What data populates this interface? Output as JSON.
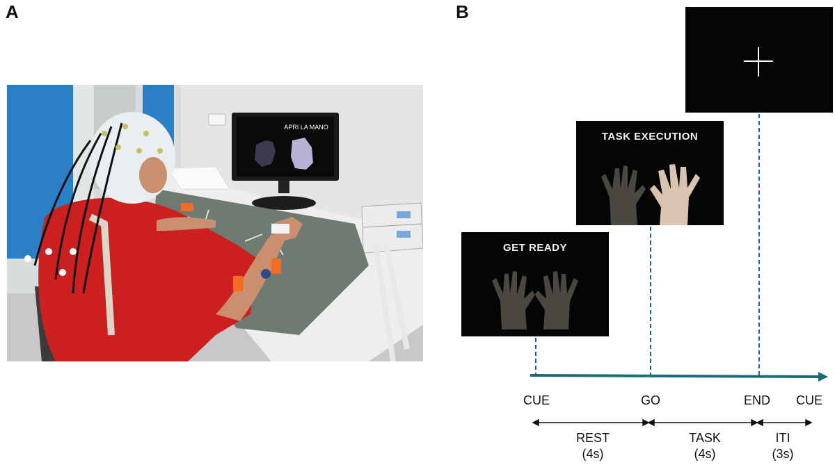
{
  "panels": {
    "a_label": "A",
    "b_label": "B"
  },
  "photo": {
    "monitor_text": "APRI LA MANO",
    "colors": {
      "wall_blue": "#2b7fc4",
      "shirt_red": "#cc1f1f",
      "mat_gray": "#6f7a72",
      "cap_white": "#e9eef0"
    }
  },
  "screens": {
    "get_ready": {
      "title": "GET READY"
    },
    "task_execution": {
      "title": "TASK  EXECUTION"
    },
    "iti": {
      "symbol": "fixation-cross"
    }
  },
  "timeline": {
    "axis_color": "#1c6b7a",
    "markers": [
      "CUE",
      "GO",
      "END",
      "CUE"
    ],
    "intervals": [
      {
        "label": "REST",
        "duration": "(4s)"
      },
      {
        "label": "TASK",
        "duration": "(4s)"
      },
      {
        "label": "ITI",
        "duration": "(3s)"
      }
    ]
  }
}
